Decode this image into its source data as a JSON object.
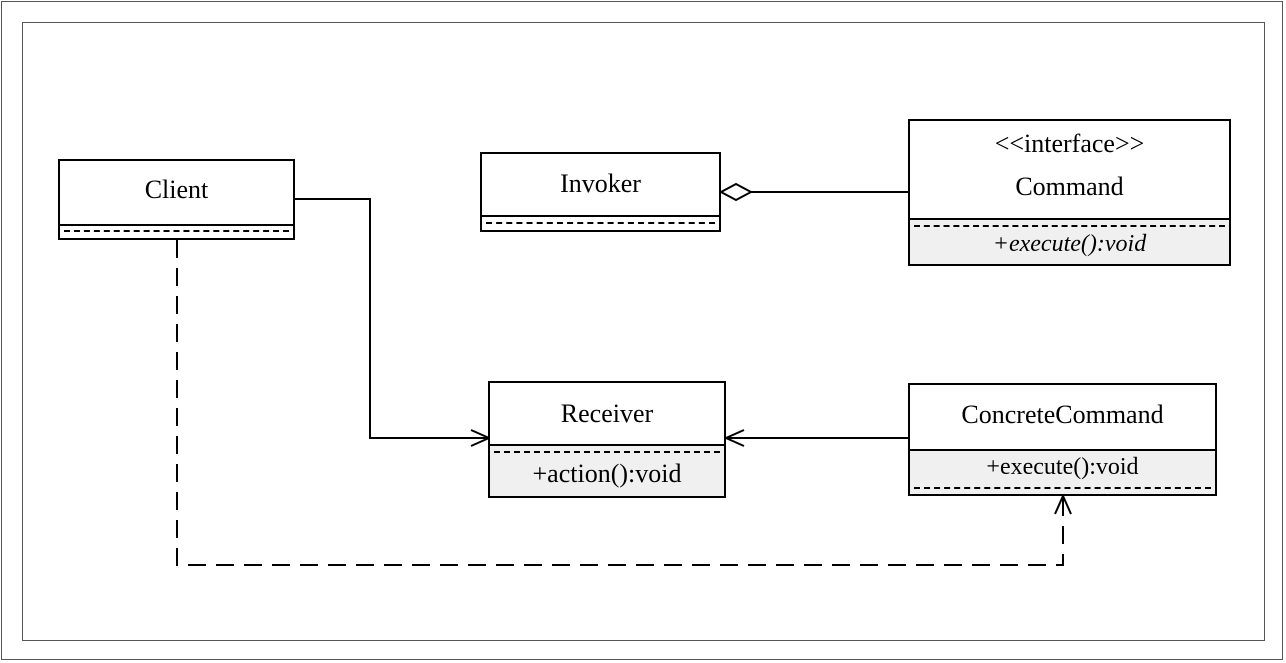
{
  "classes": {
    "client": {
      "name": "Client"
    },
    "invoker": {
      "name": "Invoker"
    },
    "command": {
      "stereotype": "<<interface>>",
      "name": "Command",
      "operation": "+execute():void"
    },
    "receiver": {
      "name": "Receiver",
      "operation": "+action():void"
    },
    "concrete_command": {
      "name": "ConcreteCommand",
      "operation": "+execute():void"
    }
  },
  "relationships": [
    {
      "from": "Client",
      "to": "Receiver",
      "type": "association"
    },
    {
      "from": "Invoker",
      "to": "Command",
      "type": "aggregation"
    },
    {
      "from": "ConcreteCommand",
      "to": "Receiver",
      "type": "association"
    },
    {
      "from": "Client",
      "to": "ConcreteCommand",
      "type": "dependency"
    }
  ]
}
